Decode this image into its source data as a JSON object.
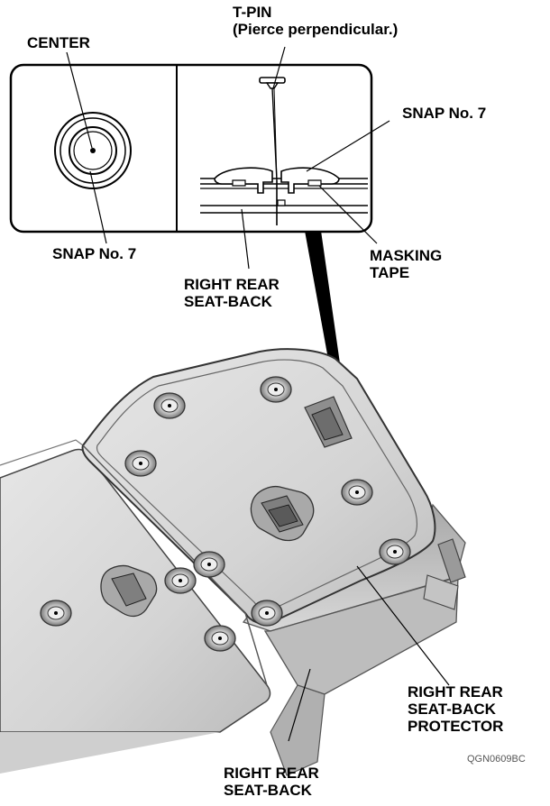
{
  "labels": {
    "tpin_line1": "T-PIN",
    "tpin_line2": "(Pierce perpendicular.)",
    "center": "CENTER",
    "snap_top": "SNAP No. 7",
    "snap_left": "SNAP No. 7",
    "masking_line1": "MASKING",
    "masking_line2": "TAPE",
    "seat_back_upper_line1": "RIGHT REAR",
    "seat_back_upper_line2": "SEAT-BACK",
    "protector_line1": "RIGHT REAR",
    "protector_line2": "SEAT-BACK",
    "protector_line3": "PROTECTOR",
    "seat_back_lower_line1": "RIGHT REAR",
    "seat_back_lower_line2": "SEAT-BACK"
  },
  "figure_code": "QGN0609BC",
  "colors": {
    "ink": "#000000",
    "panel_fill": "#dcdcdc",
    "panel_shade": "#b8b8b8",
    "panel_dark": "#8c8c8c",
    "line": "#333333"
  }
}
